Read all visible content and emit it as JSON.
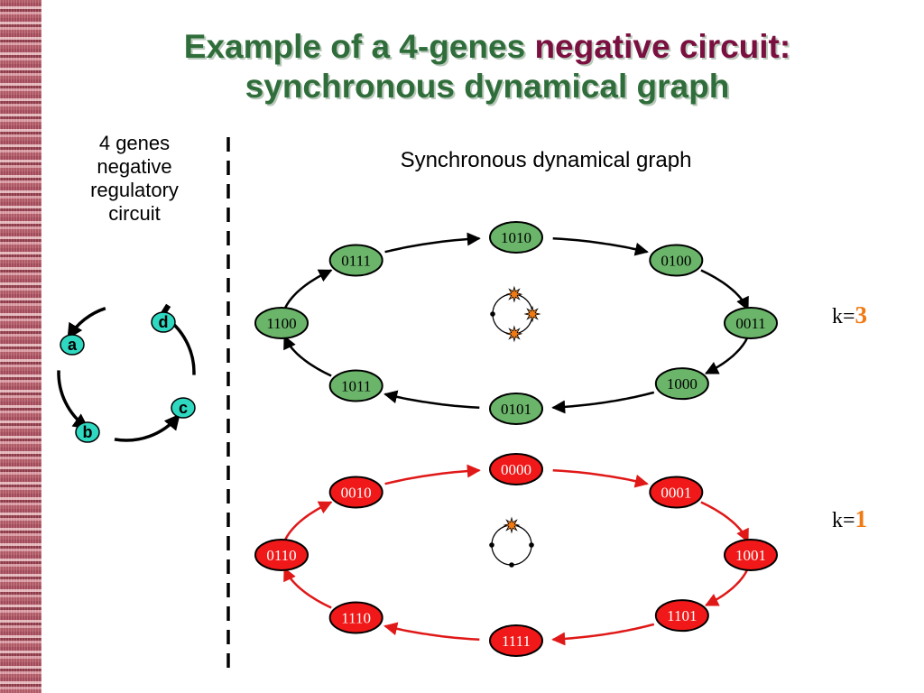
{
  "title": {
    "prefix": "Example of a 4-genes",
    "accent": "negative circuit:",
    "line2": "synchronous dynamical graph"
  },
  "circuit_caption": {
    "lines": [
      "4 genes",
      "negative",
      "regulatory",
      "circuit"
    ]
  },
  "graph_caption": "Synchronous dynamical graph",
  "circuit": {
    "genes": [
      "a",
      "b",
      "c",
      "d"
    ],
    "colors": {
      "gene_fill": "#2fd8c0",
      "edge": "#000000"
    },
    "interactions": [
      {
        "from": "a",
        "to": "b",
        "sign": "activation"
      },
      {
        "from": "b",
        "to": "c",
        "sign": "activation"
      },
      {
        "from": "c",
        "to": "d",
        "sign": "inhibition"
      },
      {
        "from": "d",
        "to": "a",
        "sign": "activation"
      }
    ]
  },
  "cycles": [
    {
      "color": "#6ab56a",
      "edge_color": "#000000",
      "states": [
        "1010",
        "0100",
        "0011",
        "1000",
        "0101",
        "1011",
        "1100",
        "0111"
      ],
      "k_prefix": "k=",
      "k_value": "3"
    },
    {
      "color": "#f01818",
      "edge_color": "#e01818",
      "states": [
        "0000",
        "0001",
        "1001",
        "1101",
        "1111",
        "1110",
        "0110",
        "0010"
      ],
      "k_prefix": "k=",
      "k_value": "1"
    }
  ],
  "star_color": "#f07a14"
}
